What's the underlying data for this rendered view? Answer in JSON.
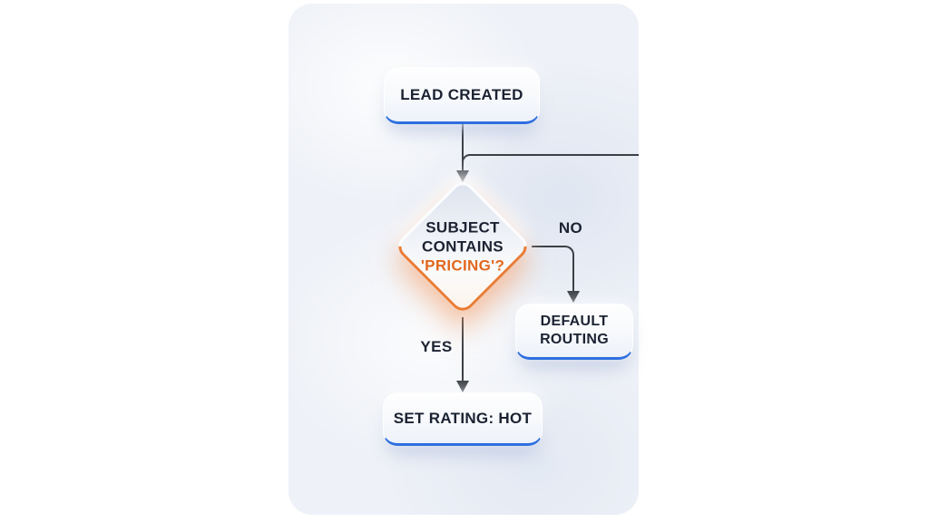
{
  "diagram": {
    "title": "lead-routing-flowchart",
    "nodes": {
      "start": {
        "label": "LEAD CREATED"
      },
      "decision": {
        "question": "SUBJECT CONTAINS",
        "highlight": "'PRICING'?"
      },
      "no_target": {
        "label": "DEFAULT ROUTING"
      },
      "yes_target": {
        "label": "SET RATING: HOT"
      }
    },
    "edge_labels": {
      "no": "NO",
      "yes": "YES"
    }
  },
  "colors": {
    "page-bg": "#ffffff",
    "panel-bg": "#eef1f7",
    "text-dark": "#1b2231",
    "accent-blue": "#2e6fe0",
    "accent-orange": "#ea7c35",
    "orange-text": "#e2681f",
    "line-color": "#3b4046"
  }
}
